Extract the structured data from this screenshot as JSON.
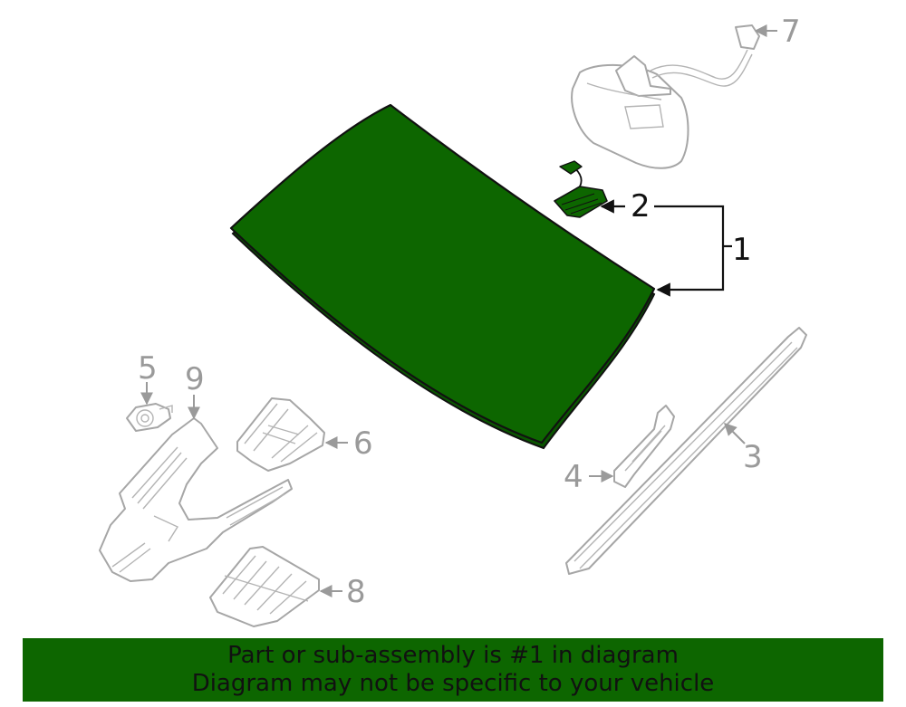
{
  "colors": {
    "highlight": "#0d6600",
    "part_outline": "#a6a6a6",
    "callout_dim": "#9a9a9a",
    "callout_dark": "#111111"
  },
  "callouts": [
    {
      "id": "1",
      "label": "1",
      "highlighted": true,
      "part": "windshield"
    },
    {
      "id": "2",
      "label": "2",
      "highlighted": true,
      "part": "sensor-bracket"
    },
    {
      "id": "3",
      "label": "3",
      "highlighted": false,
      "part": "side-molding"
    },
    {
      "id": "4",
      "label": "4",
      "highlighted": false,
      "part": "clip"
    },
    {
      "id": "5",
      "label": "5",
      "highlighted": false,
      "part": "sensor"
    },
    {
      "id": "6",
      "label": "6",
      "highlighted": false,
      "part": "camera-bracket"
    },
    {
      "id": "7",
      "label": "7",
      "highlighted": false,
      "part": "mirror-cover"
    },
    {
      "id": "8",
      "label": "8",
      "highlighted": false,
      "part": "cover-panel"
    },
    {
      "id": "9",
      "label": "9",
      "highlighted": false,
      "part": "housing-cover"
    }
  ],
  "footer": {
    "line1": "Part or sub-assembly is #1 in diagram",
    "line2": "Diagram may not be specific to your vehicle"
  }
}
